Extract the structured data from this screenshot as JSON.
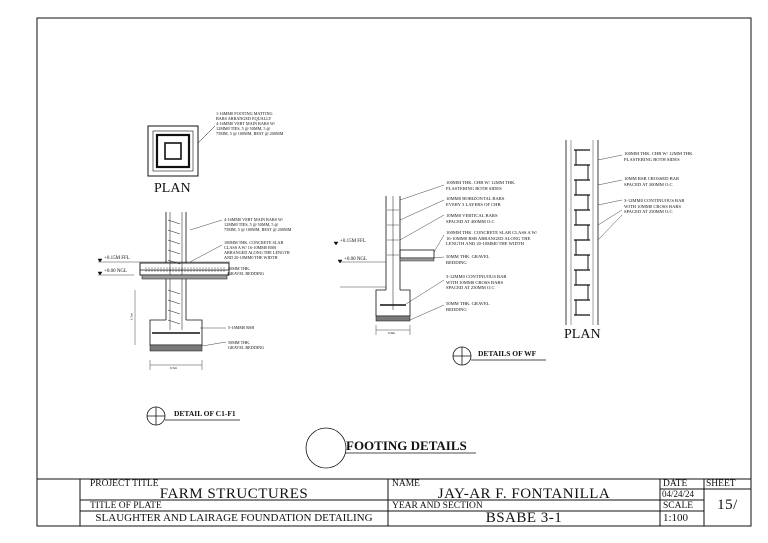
{
  "sheet_title": "FOOTING DETAILS",
  "plan_label_left": "PLAN",
  "plan_label_right": "PLAN",
  "detail_c1f1": "DETAIL OF C1-F1",
  "detail_wf": "DETAILS OF WF",
  "notes": {
    "plan_top": "1-16MM0 FOOTING MATTING\nBARS ARRANGED EQUALLY\n4-16MM0 VERT MAIN BARS W/\n12MM0 TIES, 5 @ 50MM, 5 @\n75MM, 5 @ 100MM, REST @ 200MM",
    "col_main": "4-16MM0 VERT MAIN BARS W/\n12MM0 TIES, 5 @ 50MM, 5 @\n75MM, 5 @ 100MM, REST @ 200MM",
    "col_slab": "100MM THK. CONCRETE SLAB\nCLASS A W/ 16-10MM0 RSB\nARRANGED ALONG THE LENGTH\nAND 20-10MM0 THE WIDTH",
    "col_gravel_top": "50MM THK.\nGRAVEL BEDDING",
    "col_rsb": "5-16MM0 RSB",
    "col_gravel_bottom": "50MM THK.\nGRAVEL BEDDING",
    "wf_chb": "100MM THK. CHB W/ 12MM THK.\nPLASTERING BOTH SIDES",
    "wf_horiz": "10MM0 HORIZONTAL BARS\nEVERY 3 LAYERS OF CHB",
    "wf_vert": "10MM0 VERTICAL BARS\nSPACED AT 400MM O.C",
    "wf_slab": "100MM THK. CONCRETE SLAB CLASS A W/\n16-10MM0 RSB ARRANGED ALONG THE\nLENGTH AND 20-10MM0 THE WIDTH",
    "wf_gravel_top": "50MM THK. GRAVEL\nBEDDING",
    "wf_cont": "3-12MM0 CONTINUOUS BAR\nWITH 10MM0 CROSS BARS\nSPACED AT 250MM O.C",
    "wf_gravel_bottom": "50MM THK. GRAVEL\nBEDDING",
    "rp_chb": "100MM THK. CHB W/ 12MM THK.\nPLASTERING BOTH SIDES",
    "rp_crossed": "10MM RSB CROSSED BAR\nSPACED AT 300MM O.C",
    "rp_cont": "3-12MM0 CONTINUOUS BAR\nWITH 10MM0 CROSS BARS\nSPACED AT 250MM O.C"
  },
  "levels": {
    "left_ffl": "+0.15M FFL",
    "left_ngl": "+0.00 NGL",
    "wf_ffl": "+0.15M FFL",
    "wf_ngl": "+0.00 NGL"
  },
  "dims": {
    "col_width": "0.5m",
    "col_height": "1.5m",
    "wf_width": "0.6m"
  },
  "title_block": {
    "project_title_label": "PROJECT TITLE",
    "project_title": "FARM STRUCTURES",
    "title_of_plate_label": "TITLE OF PLATE",
    "title_of_plate": "SLAUGHTER AND LAIRAGE FOUNDATION DETAILING",
    "name_label": "NAME",
    "name": "JAY-AR F. FONTANILLA",
    "year_section_label": "YEAR AND SECTION",
    "year_section": "BSABE 3-1",
    "date_label": "DATE",
    "date": "04/24/24",
    "scale_label": "SCALE",
    "scale": "1:100",
    "sheet_label": "SHEET",
    "sheet": "15/"
  }
}
